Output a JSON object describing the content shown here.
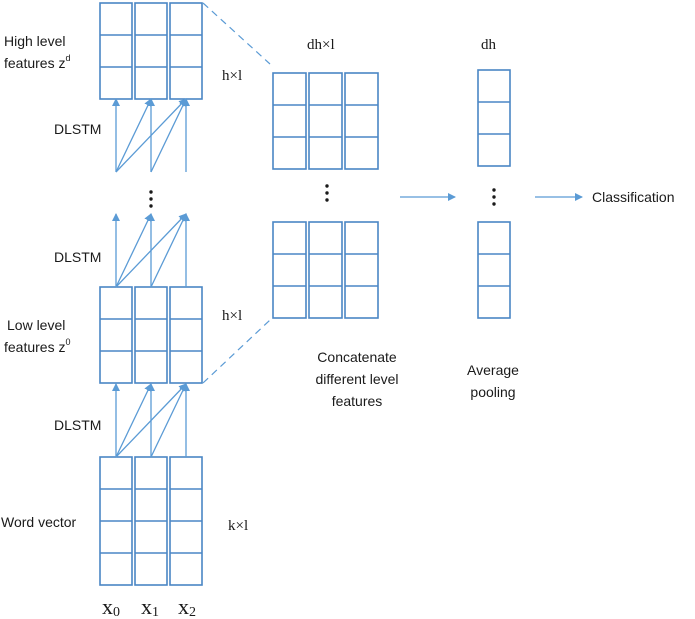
{
  "labels": {
    "high_level_line1": "High level",
    "high_level_line2": "features z",
    "high_level_sup": "d",
    "low_level_line1": "Low level",
    "low_level_line2": "features z",
    "low_level_sup": "0",
    "word_vector": "Word vector",
    "dlstm_top": "DLSTM",
    "dlstm_mid": "DLSTM",
    "dlstm_bottom": "DLSTM",
    "hxl_top": "h×l",
    "hxl_bottom": "h×l",
    "kxl": "k×l",
    "dhxl": "dh×l",
    "dh": "dh",
    "concat_line1": "Concatenate",
    "concat_line2": "different level",
    "concat_line3": "features",
    "avg_line1": "Average",
    "avg_line2": "pooling",
    "classification": "Classification"
  },
  "inputs": [
    {
      "base": "x",
      "sub": "0"
    },
    {
      "base": "x",
      "sub": "1"
    },
    {
      "base": "x",
      "sub": "2"
    }
  ],
  "colors": {
    "arrow": "#5b9bd5",
    "cell_stroke": "#4a86c5"
  }
}
